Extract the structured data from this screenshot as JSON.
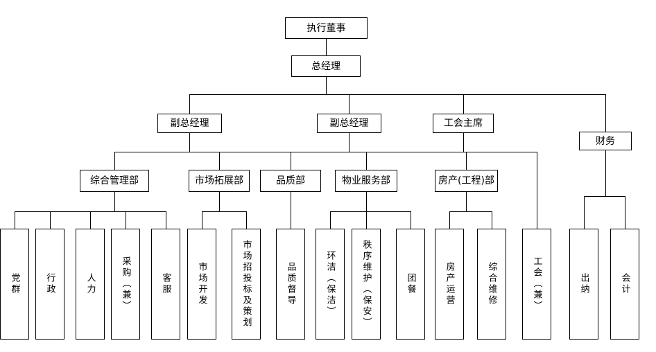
{
  "diagram_type": "org-chart",
  "colors": {
    "background": "#ffffff",
    "line": "#000000",
    "box_border": "#000000",
    "box_fill": "#ffffff",
    "text": "#000000"
  },
  "nodes": {
    "executive_director": {
      "label": "执行董事"
    },
    "general_manager": {
      "label": "总经理"
    },
    "deputy_gm_1": {
      "label": "副总经理"
    },
    "deputy_gm_2": {
      "label": "副总经理"
    },
    "union_chairman": {
      "label": "工会主席"
    },
    "finance": {
      "label": "财务"
    },
    "general_mgmt_dept": {
      "label": "综合管理部"
    },
    "market_expansion_dept": {
      "label": "市场拓展部"
    },
    "quality_dept": {
      "label": "品质部"
    },
    "property_service_dept": {
      "label": "物业服务部"
    },
    "real_estate_eng_dept": {
      "label": "房产(工程)部"
    },
    "party_group": {
      "label": "党群"
    },
    "administration": {
      "label": "行政"
    },
    "human_resources": {
      "label": "人力"
    },
    "procurement": {
      "label": "采购（兼）"
    },
    "customer_service": {
      "label": "客服"
    },
    "market_development": {
      "label": "市场开发"
    },
    "market_bidding_planning": {
      "label": "市场招投标及策划"
    },
    "quality_supervision": {
      "label": "品质督导"
    },
    "cleaning": {
      "label": "环洁（保洁）"
    },
    "security": {
      "label": "秩序维护（保安）"
    },
    "group_catering": {
      "label": "团餐"
    },
    "property_operation": {
      "label": "房产运营"
    },
    "general_maintenance": {
      "label": "综合维修"
    },
    "labor_union": {
      "label": "工会（兼）"
    },
    "cashier": {
      "label": "出纳"
    },
    "accountant": {
      "label": "会计"
    }
  },
  "hierarchy": {
    "executive_director": [
      "general_manager"
    ],
    "general_manager": [
      "deputy_gm_1",
      "deputy_gm_2",
      "union_chairman",
      "finance"
    ],
    "deputy_gm_and_chairman_shared_departments": [
      "general_mgmt_dept",
      "market_expansion_dept",
      "quality_dept",
      "property_service_dept",
      "real_estate_eng_dept",
      "labor_union"
    ],
    "general_mgmt_dept": [
      "party_group",
      "administration",
      "human_resources",
      "procurement",
      "customer_service"
    ],
    "market_expansion_dept": [
      "market_development",
      "market_bidding_planning"
    ],
    "quality_dept": [
      "quality_supervision"
    ],
    "property_service_dept": [
      "cleaning",
      "security",
      "group_catering"
    ],
    "real_estate_eng_dept": [
      "property_operation",
      "general_maintenance"
    ],
    "finance": [
      "cashier",
      "accountant"
    ]
  }
}
